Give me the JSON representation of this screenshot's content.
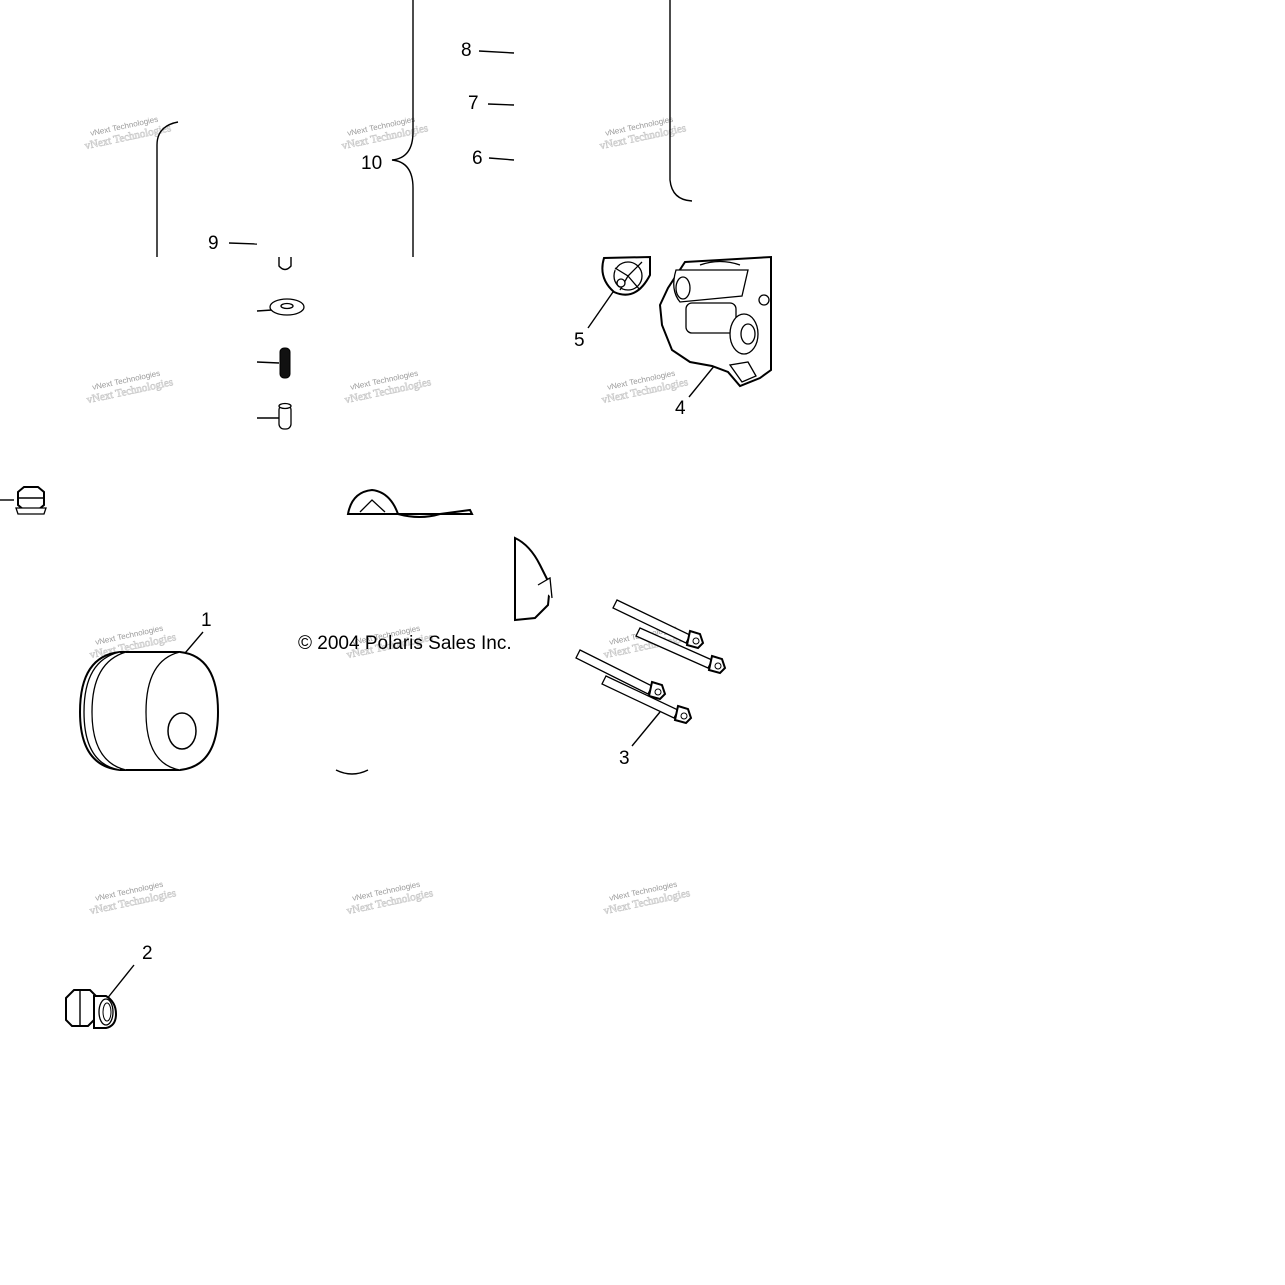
{
  "copyright": "© 2004 Polaris Sales Inc.",
  "watermark": {
    "line1": "vNext Technologies",
    "line2": "vNext Technologies"
  },
  "callouts": {
    "c1": "1",
    "c2": "2",
    "c3": "3",
    "c4": "4",
    "c5": "5",
    "c6": "6",
    "c7": "7",
    "c8": "8",
    "c9": "9",
    "c10": "10"
  },
  "icons": {
    "oil_filter": "oil-filter-icon",
    "fitting": "fitting-icon",
    "bolts": "bolt-set-icon",
    "pump_housing": "pump-housing-icon",
    "rotor": "rotor-icon",
    "drain_bolt": "drain-bolt-icon"
  },
  "colors": {
    "line": "#000000",
    "background": "#ffffff",
    "watermark": "#9a9a9a"
  }
}
